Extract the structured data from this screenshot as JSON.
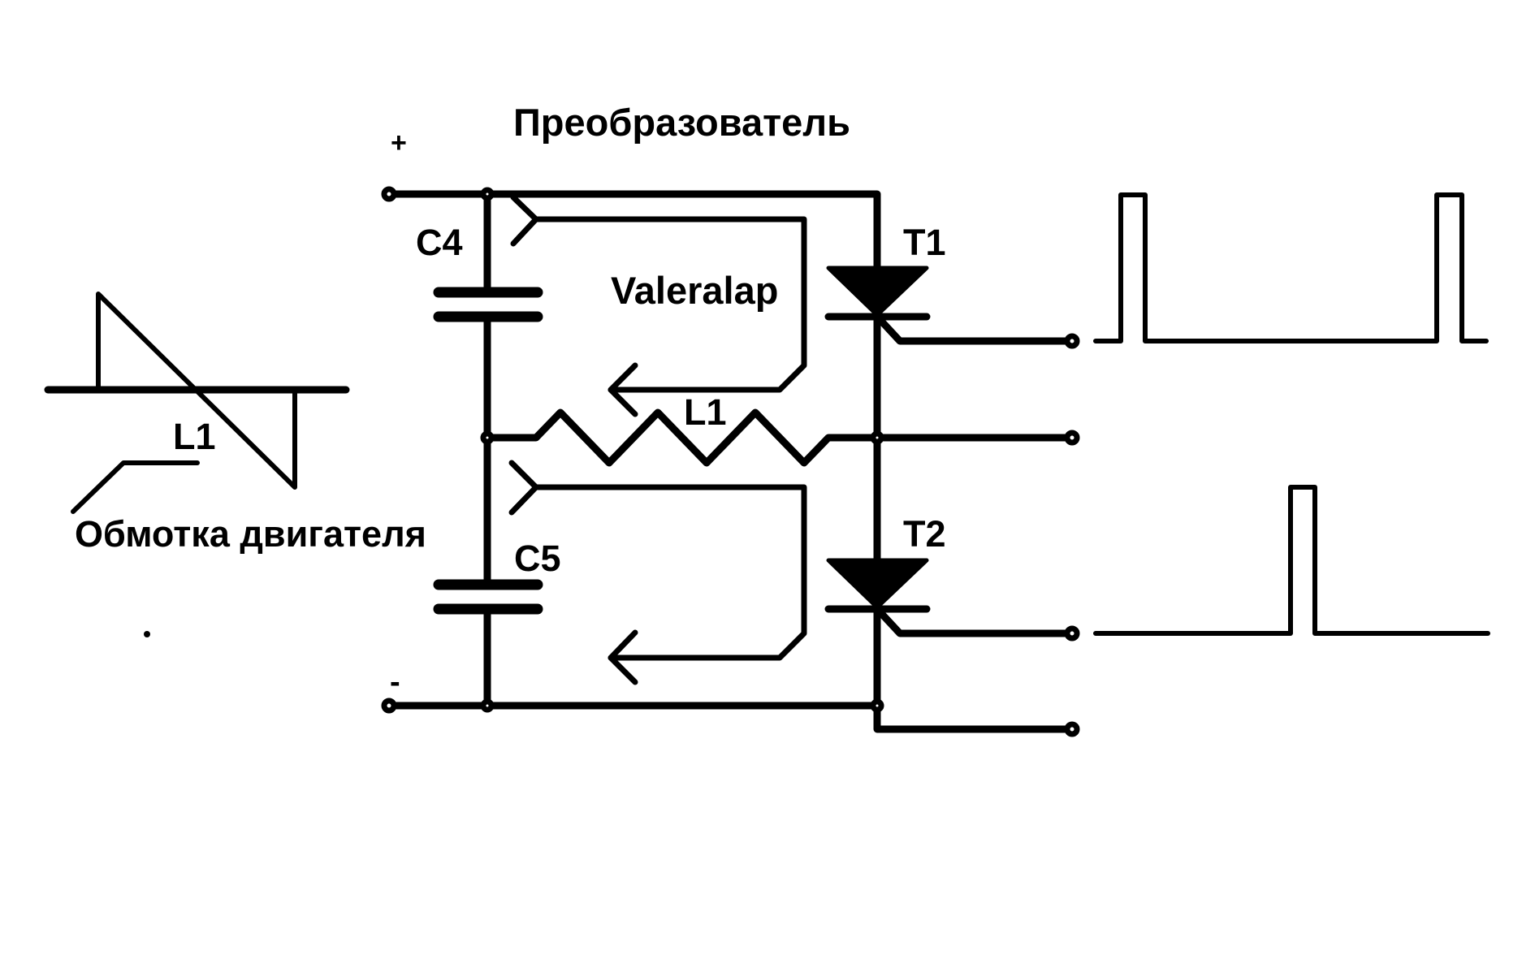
{
  "diagram": {
    "title": "Преобразователь",
    "watermark": "Valeralap",
    "supply": {
      "plus_label": "+",
      "minus_label": "-"
    },
    "components": {
      "capacitor_top": "C4",
      "capacitor_bottom": "C5",
      "inductor": "L1",
      "thyristor_top": "T1",
      "thyristor_bottom": "T2"
    },
    "motor_winding": {
      "label": "Обмотка двигателя",
      "coil_label": "L1"
    },
    "waveforms": {
      "t1_gate": {
        "pulses": 2
      },
      "t2_gate": {
        "pulses": 1
      }
    },
    "colors": {
      "ink": "#000000",
      "background": "#ffffff"
    }
  }
}
